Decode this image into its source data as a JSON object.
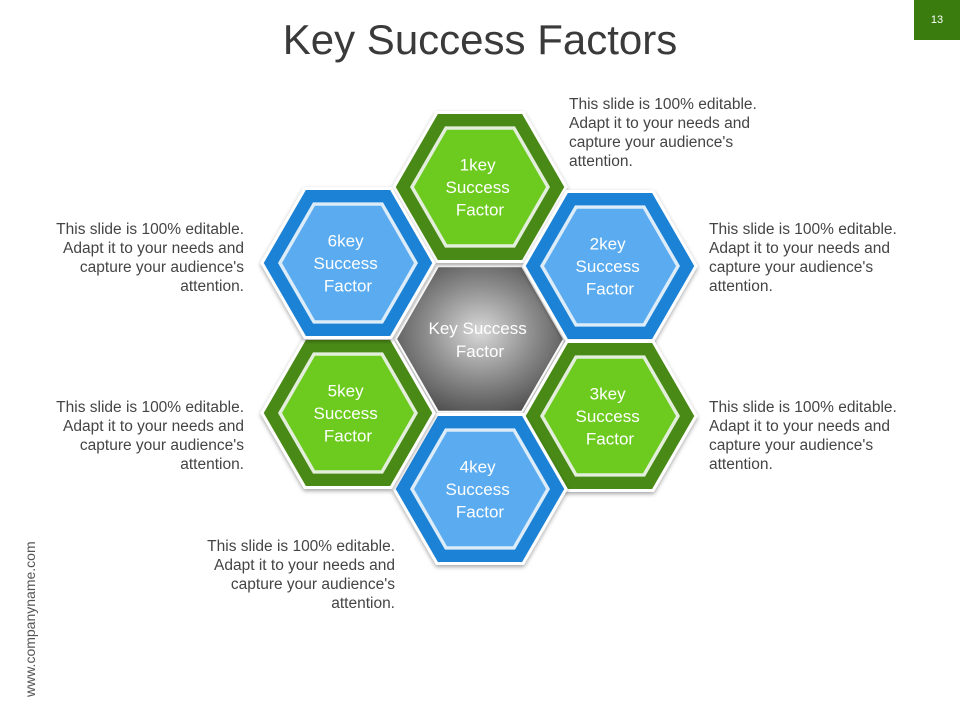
{
  "title": "Key Success Factors",
  "page_number": "13",
  "website": "www.companyname.com",
  "colors": {
    "green_outer": "#4a8a18",
    "green_inner": "#6ccb1e",
    "blue_outer": "#1c82d6",
    "blue_inner": "#5aabf0",
    "center_gray": "#777777",
    "accent": "#3a7d0e"
  },
  "center": {
    "lines": [
      "Key Success",
      "Factor"
    ]
  },
  "factors": [
    {
      "id": "1",
      "lines": [
        "1key",
        "Success",
        "Factor"
      ],
      "color": "green"
    },
    {
      "id": "2",
      "lines": [
        "2key",
        "Success",
        "Factor"
      ],
      "color": "blue"
    },
    {
      "id": "3",
      "lines": [
        "3key",
        "Success",
        "Factor"
      ],
      "color": "green"
    },
    {
      "id": "4",
      "lines": [
        "4key",
        "Success",
        "Factor"
      ],
      "color": "blue"
    },
    {
      "id": "5",
      "lines": [
        "5key",
        "Success",
        "Factor"
      ],
      "color": "green"
    },
    {
      "id": "6",
      "lines": [
        "6key",
        "Success",
        "Factor"
      ],
      "color": "blue"
    }
  ],
  "descriptions": [
    {
      "id": "1",
      "text": "This slide is 100% editable. Adapt it to your needs and capture your audience's attention."
    },
    {
      "id": "2",
      "text": "This slide is 100% editable. Adapt it to your needs and capture your audience's attention."
    },
    {
      "id": "3",
      "text": "This slide is 100% editable. Adapt it to your needs and capture your audience's attention."
    },
    {
      "id": "4",
      "text": "This slide is 100% editable. Adapt it to your needs and capture your audience's attention."
    },
    {
      "id": "5",
      "text": "This slide is 100% editable. Adapt it to your needs and capture your audience's attention."
    },
    {
      "id": "6",
      "text": "This slide is 100% editable. Adapt it to your needs and capture your audience's attention."
    }
  ]
}
